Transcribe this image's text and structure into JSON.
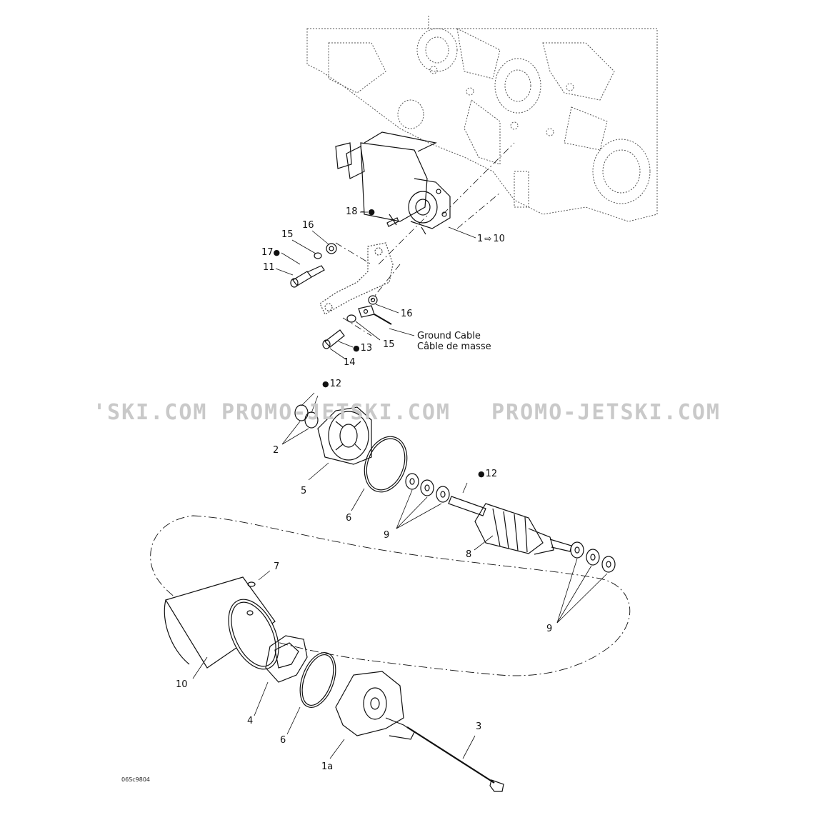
{
  "callouts": {
    "c1_10": {
      "num": "1",
      "arrow": "⇨",
      "ref": "10"
    },
    "c1a": "1a",
    "c2": "2",
    "c3": "3",
    "c4": "4",
    "c5": "5",
    "c6a": "6",
    "c6b": "6",
    "c7": "7",
    "c8": "8",
    "c9a": "9",
    "c9b": "9",
    "c10": "10",
    "c11": "11",
    "c12a": "12",
    "c12b": "12",
    "c13": "13",
    "c14": "14",
    "c15a": "15",
    "c15b": "15",
    "c16a": "16",
    "c16b": "16",
    "c17": "17",
    "c18": "18"
  },
  "ground_cable": {
    "en": "Ground Cable",
    "fr": "Câble de masse"
  },
  "watermarks": [
    "'SKI.COM",
    "PROMO-JETSKI.COM",
    "PROMO-JETSKI.COM"
  ],
  "figure_ref": "06Sc9804",
  "colors": {
    "line": "#111111",
    "dotted": "#555555",
    "watermark": "#c9c9c9"
  },
  "icons": {
    "lubricant": "drop-icon",
    "assembly": "open-arrow-icon"
  }
}
